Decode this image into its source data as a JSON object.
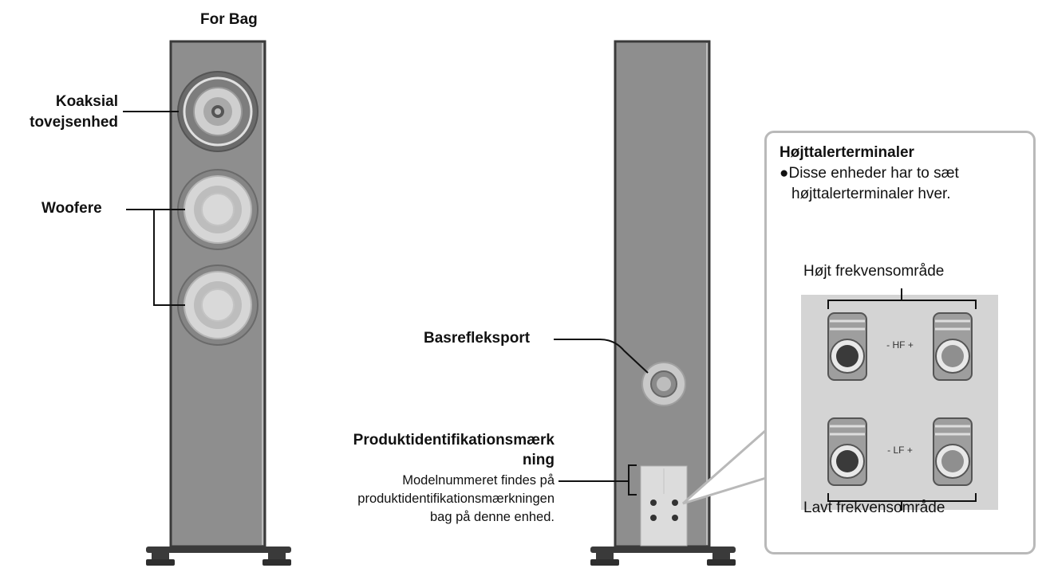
{
  "front": {
    "title": "For Bag",
    "coaxial_line1": "Koaksial",
    "coaxial_line2": "tovejsenhed",
    "woofers": "Woofere"
  },
  "back": {
    "bass_port": "Basrefleksport",
    "id_title_line1": "Produktidentifikationsmærk",
    "id_title_line2": "ning",
    "id_desc_line1": "Modelnummeret findes på",
    "id_desc_line2": "produktidentifikationsmærkningen",
    "id_desc_line3": "bag på denne enhed."
  },
  "callout": {
    "title": "Højttalerterminaler",
    "bullet_line1": "Disse enheder har to sæt",
    "bullet_line2": "højttalerterminaler hver.",
    "high_range": "Højt frekvensområde",
    "low_range": "Lavt frekvensområde",
    "hf_label": "- HF +",
    "lf_label": "- LF +"
  },
  "colors": {
    "cabinet": "#8e8e8e",
    "cabinet_edge": "#3a3a3a",
    "terminal_panel": "#dcdcdc",
    "callout_border": "#b9b9b9"
  }
}
